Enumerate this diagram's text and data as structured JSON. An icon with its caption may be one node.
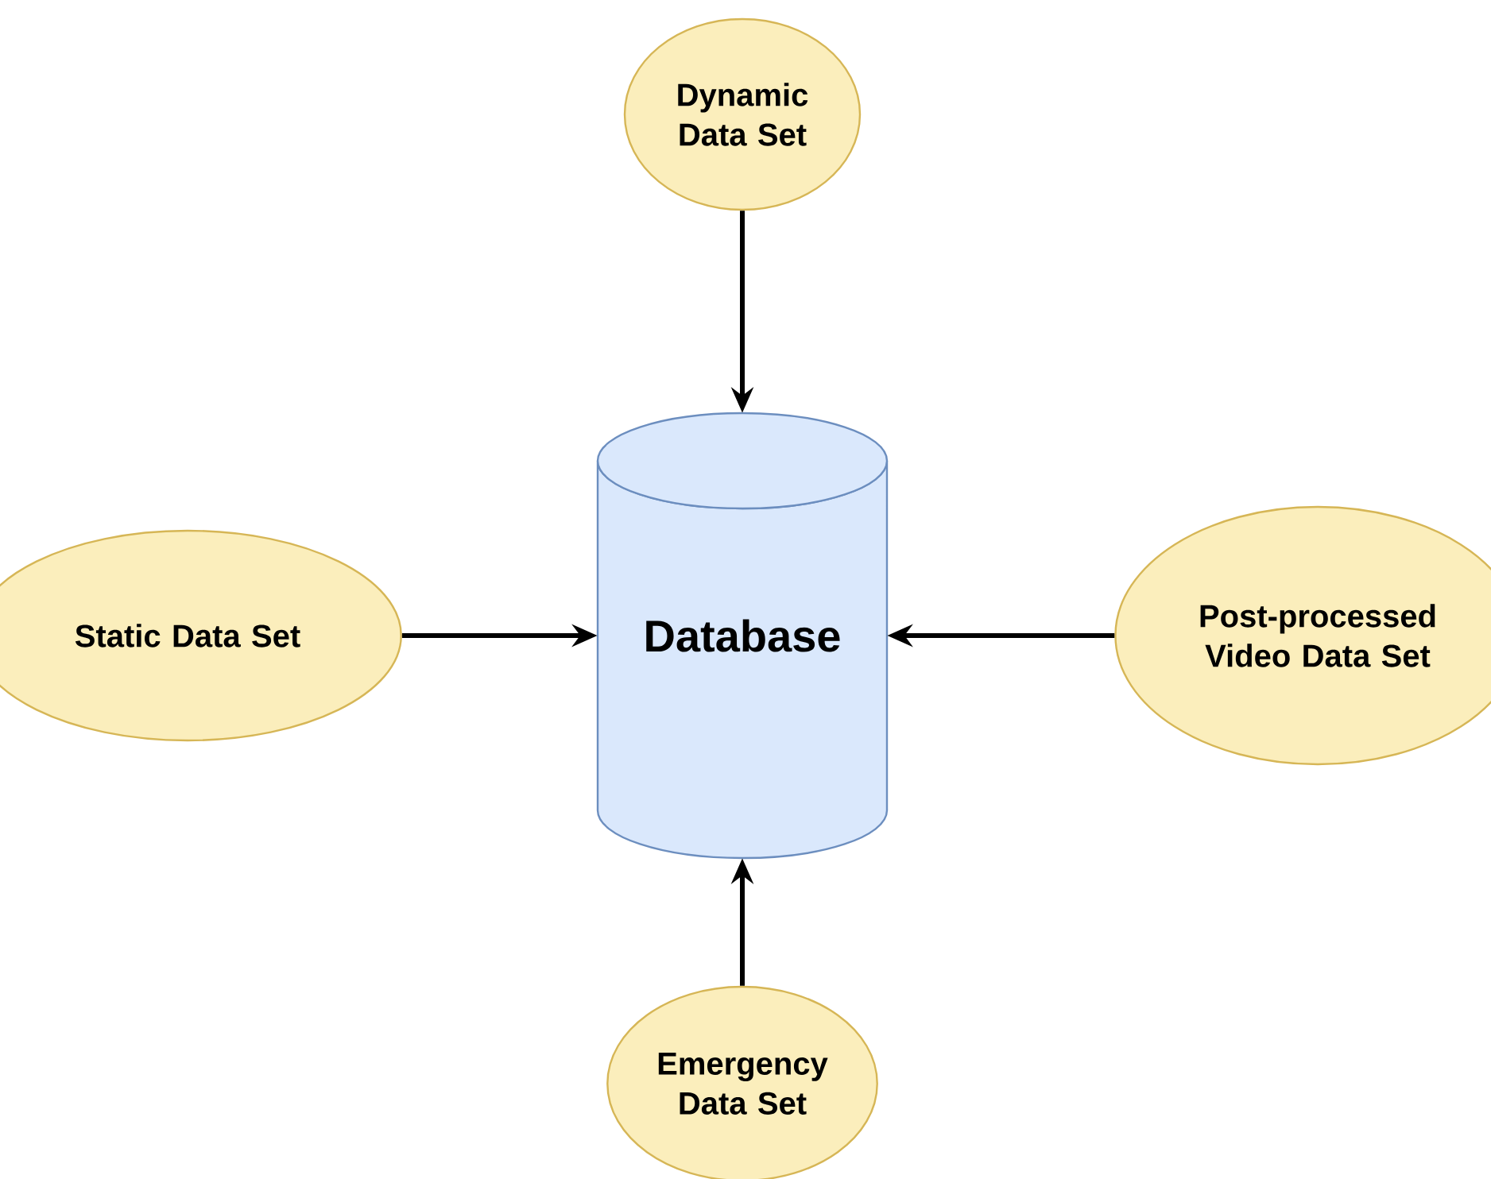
{
  "diagram": {
    "nodes": [
      {
        "text": [
          "Dynamic Data Set"
        ]
      },
      {
        "text": [
          "Static Data Set"
        ]
      },
      {
        "text": [
          "Database"
        ]
      },
      {
        "text": [
          "Post-processed Video Data Set"
        ]
      },
      {
        "text": [
          "Emergency Data Set"
        ]
      }
    ],
    "edges": [
      {
        "from": 0,
        "to": 2,
        "arrow": "to"
      },
      {
        "from": 1,
        "to": 2,
        "arrow": "to"
      },
      {
        "from": 3,
        "to": 2,
        "arrow": "to"
      },
      {
        "from": 4,
        "to": 2,
        "arrow": "to"
      }
    ]
  }
}
